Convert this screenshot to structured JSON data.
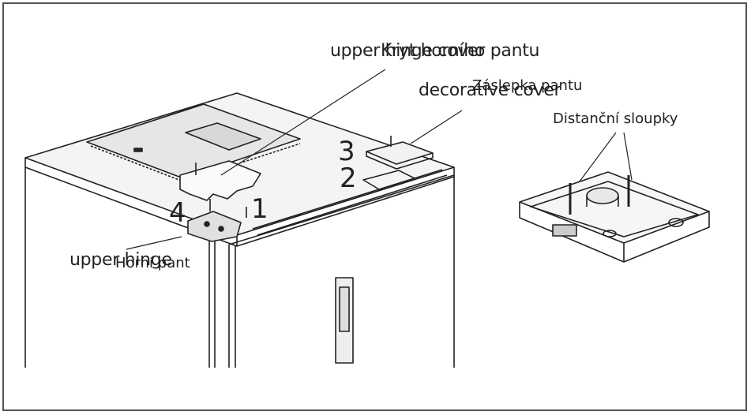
{
  "labels": {
    "upper_hinge_cover_en": "upper hinge cover",
    "upper_hinge_cover_cz": "Kryt horního pantu",
    "decorative_cover_en": "decorative cover",
    "decorative_cover_cz": "Záslepka pantu",
    "spacers_cz": "Distanční sloupky",
    "upper_hinge_en": "upper hinge",
    "upper_hinge_cz": "Horní pant"
  },
  "callouts": [
    "1",
    "2",
    "3",
    "4"
  ]
}
